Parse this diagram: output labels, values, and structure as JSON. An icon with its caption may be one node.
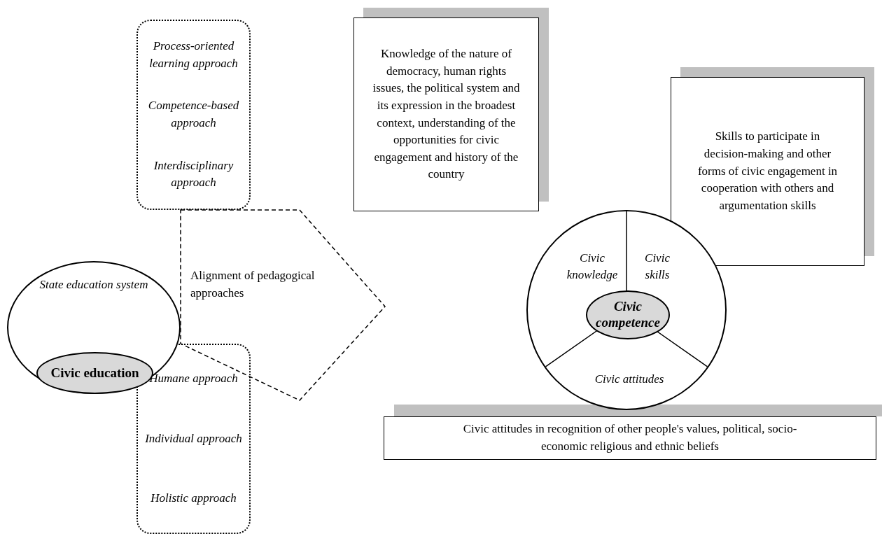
{
  "diagram": {
    "nodes": [
      {
        "text": [
          "State education system"
        ]
      },
      {
        "text": [
          "Civic education"
        ],
        "in": 0
      },
      {
        "text": [
          "Process-oriented learning approach",
          "Competence-based approach",
          "Interdisciplinary approach"
        ]
      },
      {
        "text": [
          "Humane approach",
          "Individual approach",
          "Holistic approach"
        ]
      },
      {
        "text": [
          "Alignment of pedagogical approaches"
        ]
      },
      {
        "text": [
          "Knowledge of the nature of democracy, human rights issues, the political system and its expression in the broadest context, understanding of the opportunities for civic engagement and history of the country"
        ]
      },
      {
        "text": [
          "Skills to participate in decision-making and other forms of civic engagement in cooperation with others and argumentation skills"
        ]
      },
      {
        "text": [],
        "shape": "circle"
      },
      {
        "text": [
          "Civic knowledge"
        ],
        "in": 7
      },
      {
        "text": [
          "Civic skills"
        ],
        "in": 7
      },
      {
        "text": [
          "Civic attitudes"
        ],
        "in": 7
      },
      {
        "text": [
          "Civic competence"
        ],
        "in": 7
      },
      {
        "text": [
          "Civic attitudes in recognition of other people's values, political, socio-economic religious and ethnic beliefs"
        ]
      }
    ],
    "edges": []
  }
}
